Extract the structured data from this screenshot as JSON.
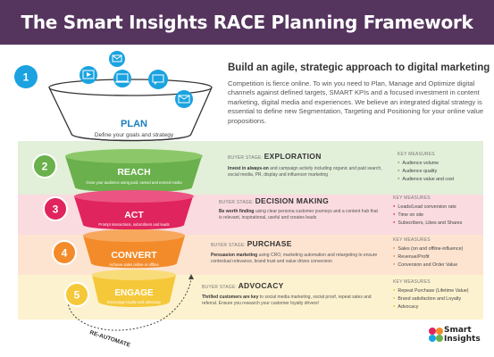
{
  "header": {
    "title": "The Smart Insights RACE Planning Framework"
  },
  "intro": {
    "title": "Build an agile, strategic approach to digital marketing",
    "text": "Competition is fierce online. To win you need to Plan, Manage and Optimize digital channels against defined targets, SMART KPIs and a focused investment in content marketing, digital media and experiences. We believe an integrated digital strategy is essential to define new Segmentation, Targeting and Positioning for your online value propositions."
  },
  "plan": {
    "number": "1",
    "title": "PLAN",
    "subtitle": "Define your goals and strategy"
  },
  "stages": [
    {
      "key": "reach",
      "number": "2",
      "title": "REACH",
      "funnel_text": "Grow your audience using paid, owned and earned media",
      "buyer_stage_label": "BUYER STAGE:",
      "buyer_stage": "EXPLORATION",
      "desc_bold": "Invest in always-on",
      "desc": " and campaign activity including organic and paid search, social media, PR, display and influencer marketing",
      "key_measures_label": "KEY MEASURES",
      "measures": [
        "Audience volume",
        "Audience quality",
        "Audience value and cost"
      ]
    },
    {
      "key": "act",
      "number": "3",
      "title": "ACT",
      "funnel_text": "Prompt interactions, subscribers and leads",
      "buyer_stage_label": "BUYER STAGE:",
      "buyer_stage": "DECISION MAKING",
      "desc_bold": "Be worth finding",
      "desc": " using clear persona customer journeys and a content hub that is relevant, inspirational, useful and creates leads",
      "key_measures_label": "KEY MEASURES",
      "measures": [
        "Leads/Lead conversion rate",
        "Time on site",
        "Subscribers, Likes and Shares"
      ]
    },
    {
      "key": "convert",
      "number": "4",
      "title": "CONVERT",
      "funnel_text": "Achieve sales online or offline",
      "buyer_stage_label": "BUYER STAGE:",
      "buyer_stage": "PURCHASE",
      "desc_bold": "Persuasion marketing",
      "desc": " using CRO, marketing automation and retargeting to ensure contextual relevance, brand trust and value drives conversion",
      "key_measures_label": "KEY MEASURES",
      "measures": [
        "Sales (on and offline-influence)",
        "Revenue/Profit",
        "Conversion and Order Value"
      ]
    },
    {
      "key": "engage",
      "number": "5",
      "title": "ENGAGE",
      "funnel_text": "Encourage loyalty and advocacy",
      "buyer_stage_label": "BUYER STAGE:",
      "buyer_stage": "ADVOCACY",
      "desc_bold": "Thrilled customers are key",
      "desc": " to social media marketing, social proof, repeat sales and referral. Ensure you research your customer loyalty drivers!",
      "key_measures_label": "KEY MEASURES",
      "measures": [
        "Repeat Purchase (Lifetime Value)",
        "Brand satisfaction and Loyalty",
        "Advocacy"
      ]
    }
  ],
  "reautomate": "RE-AUTOMATE",
  "logo": {
    "line1": "Smart",
    "line2": "Insights"
  },
  "colors": {
    "header": "#55355e",
    "number_circle": "#1aa3e0",
    "reach": "#6ab04c",
    "act": "#e0245e",
    "convert": "#f38b2a",
    "engage": "#f5c83a"
  },
  "icons": [
    "envelope-icon",
    "video-play-icon",
    "chat-icon",
    "laptop-icon"
  ]
}
